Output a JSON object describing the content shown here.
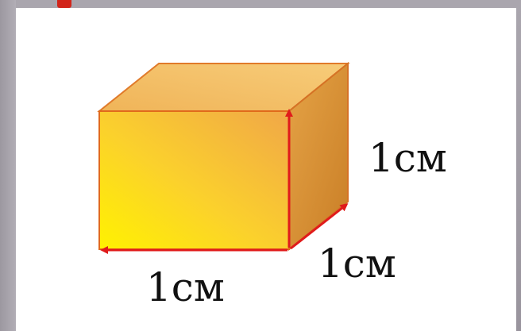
{
  "figure": {
    "shape": "cube",
    "colors": {
      "front_face_light": "#fff000",
      "front_face_dark": "#f2b24a",
      "top_face": "#f6c36a",
      "side_face": "#d99033",
      "edge_outline": "#e06a1b",
      "arrow": "#e01b1b",
      "panel_bg": "#ffffff",
      "frame_bg": "#a39fa8",
      "corner_mark": "#d2241a"
    },
    "labels": {
      "height": "1см",
      "depth": "1см",
      "width": "1см"
    }
  }
}
